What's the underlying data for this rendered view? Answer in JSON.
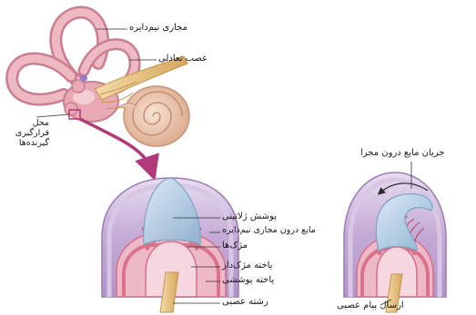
{
  "labels": {
    "semicircular_canals": "مجاری نیم‌دایره",
    "vestibular_nerve": "عصب تعادلی",
    "receptor_location": [
      "محل",
      "قرارگیری",
      "گیرنده‌ها"
    ],
    "gelatinous_cover": "پوشش ژلاتینی",
    "canal_fluid": "مایع درون مجاری نیم‌دایره",
    "cilia": "مژک‌ها",
    "ciliated_cell": "یاخته مژک‌دار",
    "supporting_cell": "یاخته پوششی",
    "nerve_fiber": "رشته عصبی",
    "fluid_flow": "جریان مایع درون مجرا",
    "nerve_signal": "ارسال پیام عصبی"
  },
  "colors": {
    "canal_pink": "#e9a9b4",
    "cochlea_tan": "#e9c7b0",
    "nerve_yellow": "#e6c17f",
    "purple_bg": "#c7b2d8",
    "gel_blue": "#a9c6df",
    "cell_pink": "#d9728a",
    "arrow_magenta": "#b03a7a"
  }
}
